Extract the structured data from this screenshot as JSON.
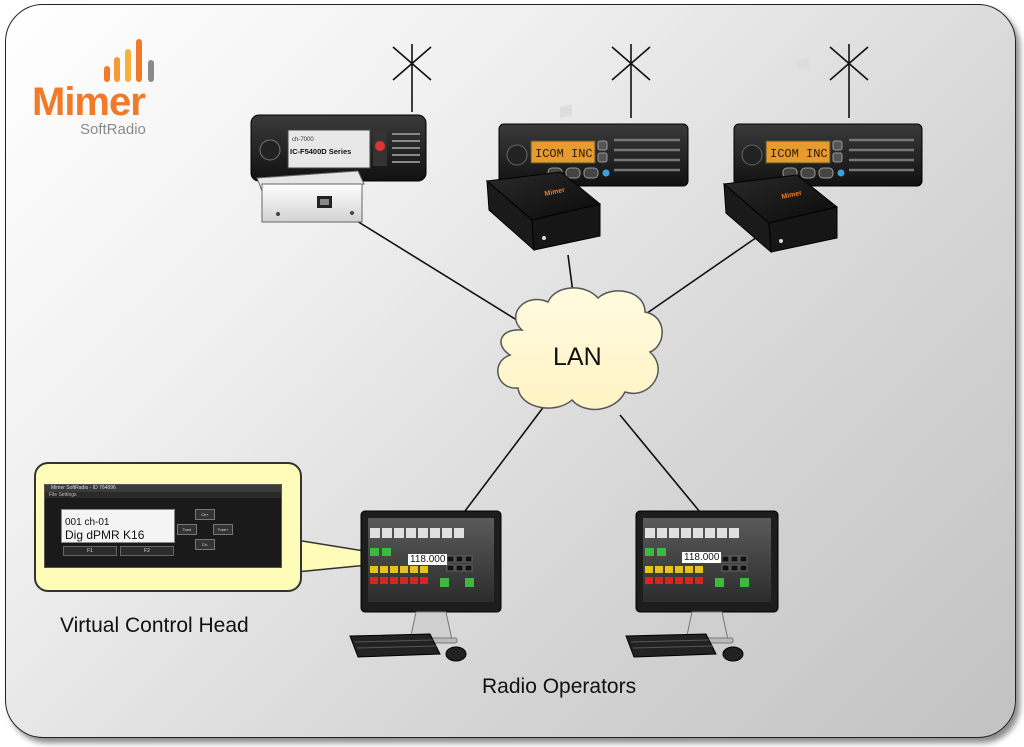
{
  "logo": {
    "brand": "Mimer",
    "product": "SoftRadio",
    "colors": {
      "word": "#f07a2a",
      "bars": [
        "#f07a2a",
        "#f59a38",
        "#f7b13b",
        "#8a8a8a"
      ]
    }
  },
  "network": {
    "hub_label": "LAN"
  },
  "radios": [
    {
      "model_text": "IC-F5400D Series",
      "channel_text": "ch-7000",
      "type": "display-head"
    },
    {
      "lcd_text": "ICOM INC",
      "type": "lcd-mobile"
    },
    {
      "lcd_text": "ICOM INC",
      "type": "lcd-mobile"
    }
  ],
  "virtual_control_head": {
    "caption": "Virtual Control Head",
    "window_title": "Mimer SoftRadio - ID 764896",
    "menu": "File  Settings",
    "line1": "001 ch-01",
    "line2": "Dig dPMR K16",
    "f1": "F1",
    "f2": "F2",
    "nav": {
      "up": "Ch+",
      "down": "Ch-",
      "left": "Tone",
      "right": "Tone+"
    },
    "colors": {
      "callout_fill": "#fffbb8"
    }
  },
  "operators": {
    "caption": "Radio Operators",
    "stations": [
      {
        "frequency": "118.000"
      },
      {
        "frequency": "118.000"
      }
    ]
  },
  "icons": [
    "antenna-icon",
    "cloud-icon",
    "monitor-icon",
    "keyboard-icon",
    "mouse-icon",
    "interface-box-icon"
  ]
}
